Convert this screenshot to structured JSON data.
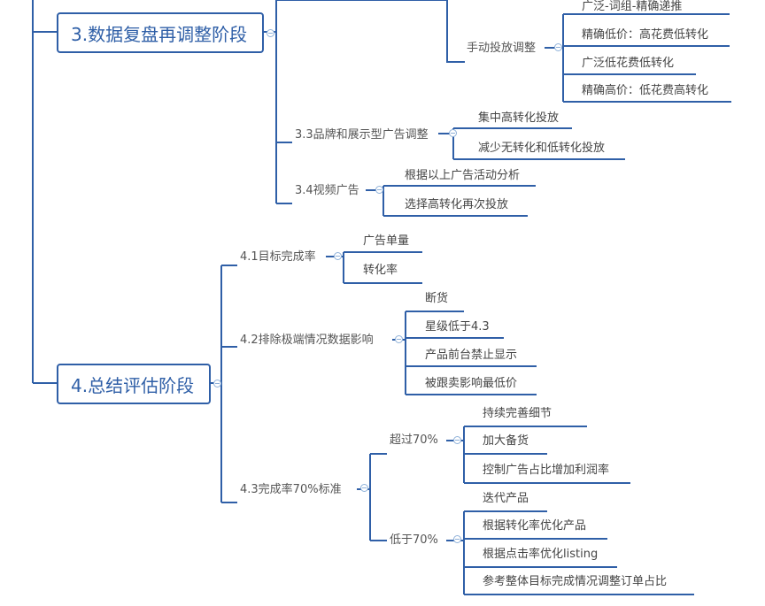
{
  "stage3": {
    "title": "3.数据复盘再调整阶段",
    "manual": {
      "label": "手动投放调整",
      "items": [
        "广泛-词组-精确递推",
        "精确低价：高花费低转化",
        "广泛低花费低转化",
        "精确高价：低花费高转化"
      ]
    },
    "brand": {
      "label": "3.3品牌和展示型广告调整",
      "items": [
        "集中高转化投放",
        "减少无转化和低转化投放"
      ]
    },
    "video": {
      "label": "3.4视频广告",
      "items": [
        "根据以上广告活动分析",
        "选择高转化再次投放"
      ]
    }
  },
  "stage4": {
    "title": "4.总结评估阶段",
    "target": {
      "label": "4.1目标完成率",
      "items": [
        "广告单量",
        "转化率"
      ]
    },
    "exclude": {
      "label": "4.2排除极端情况数据影响",
      "items": [
        "断货",
        "星级低于4.3",
        "产品前台禁止显示",
        "被跟卖影响最低价"
      ]
    },
    "rate": {
      "label": "4.3完成率70%标准",
      "above": {
        "label": "超过70%",
        "items": [
          "持续完善细节",
          "加大备货",
          "控制广告占比增加利润率"
        ]
      },
      "below": {
        "label": "低于70%",
        "items": [
          "迭代产品",
          "根据转化率优化产品",
          "根据点击率优化listing",
          "参考整体目标完成情况调整订单占比"
        ]
      }
    }
  },
  "colors": {
    "line": "#2f5fa7",
    "main_text": "#2f5fa7",
    "leaf_text": "#444444",
    "collapse": "#8fb1d9"
  }
}
